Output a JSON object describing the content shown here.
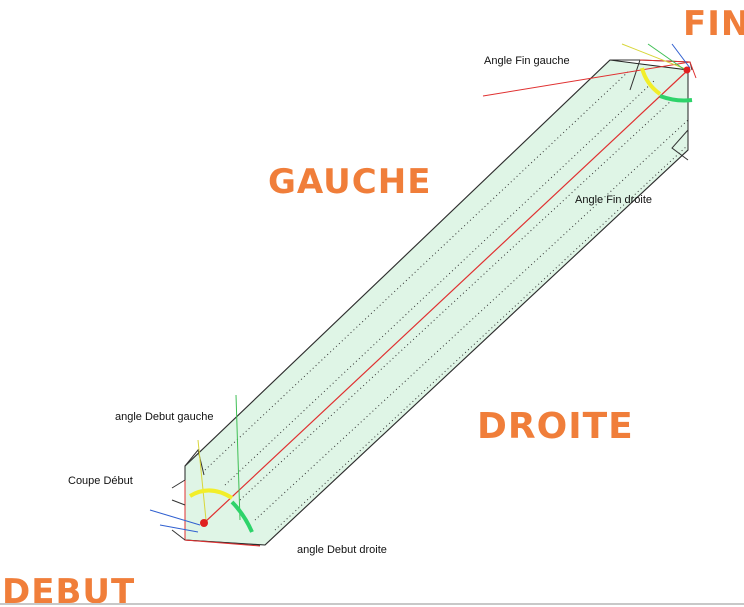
{
  "labels": {
    "fin": "FIN",
    "debut": "DEBUT",
    "gauche": "GAUCHE",
    "droite": "DROITE",
    "angle_fin_gauche": "Angle Fin gauche",
    "angle_fin_droite": "Angle Fin droite",
    "angle_debut_gauche": "angle Debut gauche",
    "angle_debut_droite": "angle Debut droite",
    "coupe_debut": "Coupe Début"
  },
  "colors": {
    "accent_text": "#f07e3a",
    "band_fill": "#dff5e6",
    "axis_line": "#e03030",
    "endpoint": "#e02020",
    "arc_yellow": "#f2ee2a",
    "arc_green": "#2ed36a"
  }
}
